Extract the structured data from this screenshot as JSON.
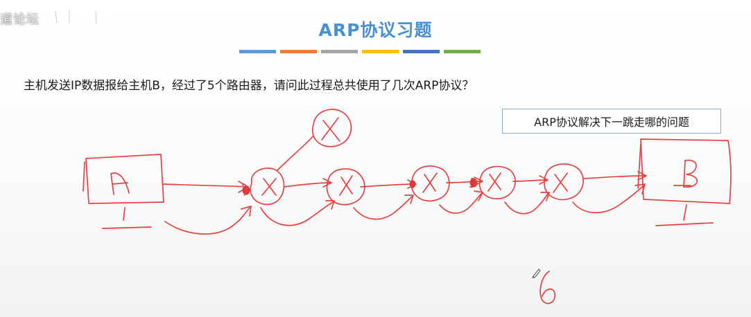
{
  "watermark": {
    "text": "道论坛"
  },
  "slide": {
    "title": "ARP协议习题",
    "title_color": "#4a8fd0",
    "title_bar_colors": [
      "#5b9bd5",
      "#ed7d31",
      "#a5a5a5",
      "#ffc000",
      "#4472c4",
      "#70ad47"
    ],
    "question": "主机发送IP数据报给主机B，经过了5个路由器，请问此过程总共使用了几次ARP协议？",
    "note": "ARP协议解决下一跳走哪的问题"
  },
  "sketch": {
    "ink_color": "#e8403f",
    "host_a_label": "A",
    "host_b_label": "B",
    "answer": "6",
    "router_mark": "×"
  },
  "icons": [
    "pen-cursor-icon"
  ]
}
